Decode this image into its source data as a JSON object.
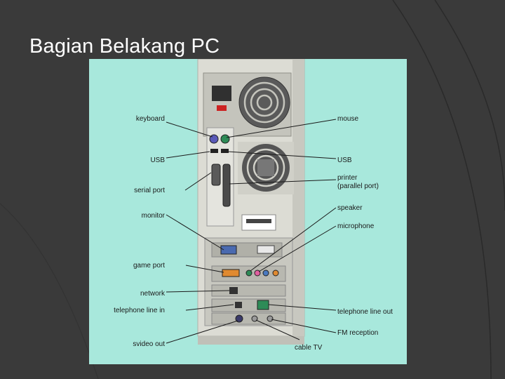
{
  "slide": {
    "title": "Bagian Belakang PC"
  },
  "colors": {
    "background": "#3a3a3a",
    "figure_bg": "#a8e8dc",
    "case": "#dcdcd4",
    "port_purple": "#5a5ab8",
    "port_green": "#2e8b57",
    "port_orange": "#e08a30"
  },
  "figure": {
    "left_labels": {
      "keyboard": "keyboard",
      "usb": "USB",
      "serial_port": "serial port",
      "monitor": "monitor",
      "game_port": "game port",
      "network": "network",
      "telephone_line_in": "telephone line in",
      "svideo_out": "svideo out"
    },
    "right_labels": {
      "mouse": "mouse",
      "usb": "USB",
      "printer_line1": "printer",
      "printer_line2": "(parallel port)",
      "speaker": "speaker",
      "microphone": "microphone",
      "telephone_line_out": "telephone line out",
      "fm_reception": "FM reception"
    },
    "bottom_labels": {
      "cable_tv": "cable TV"
    }
  }
}
